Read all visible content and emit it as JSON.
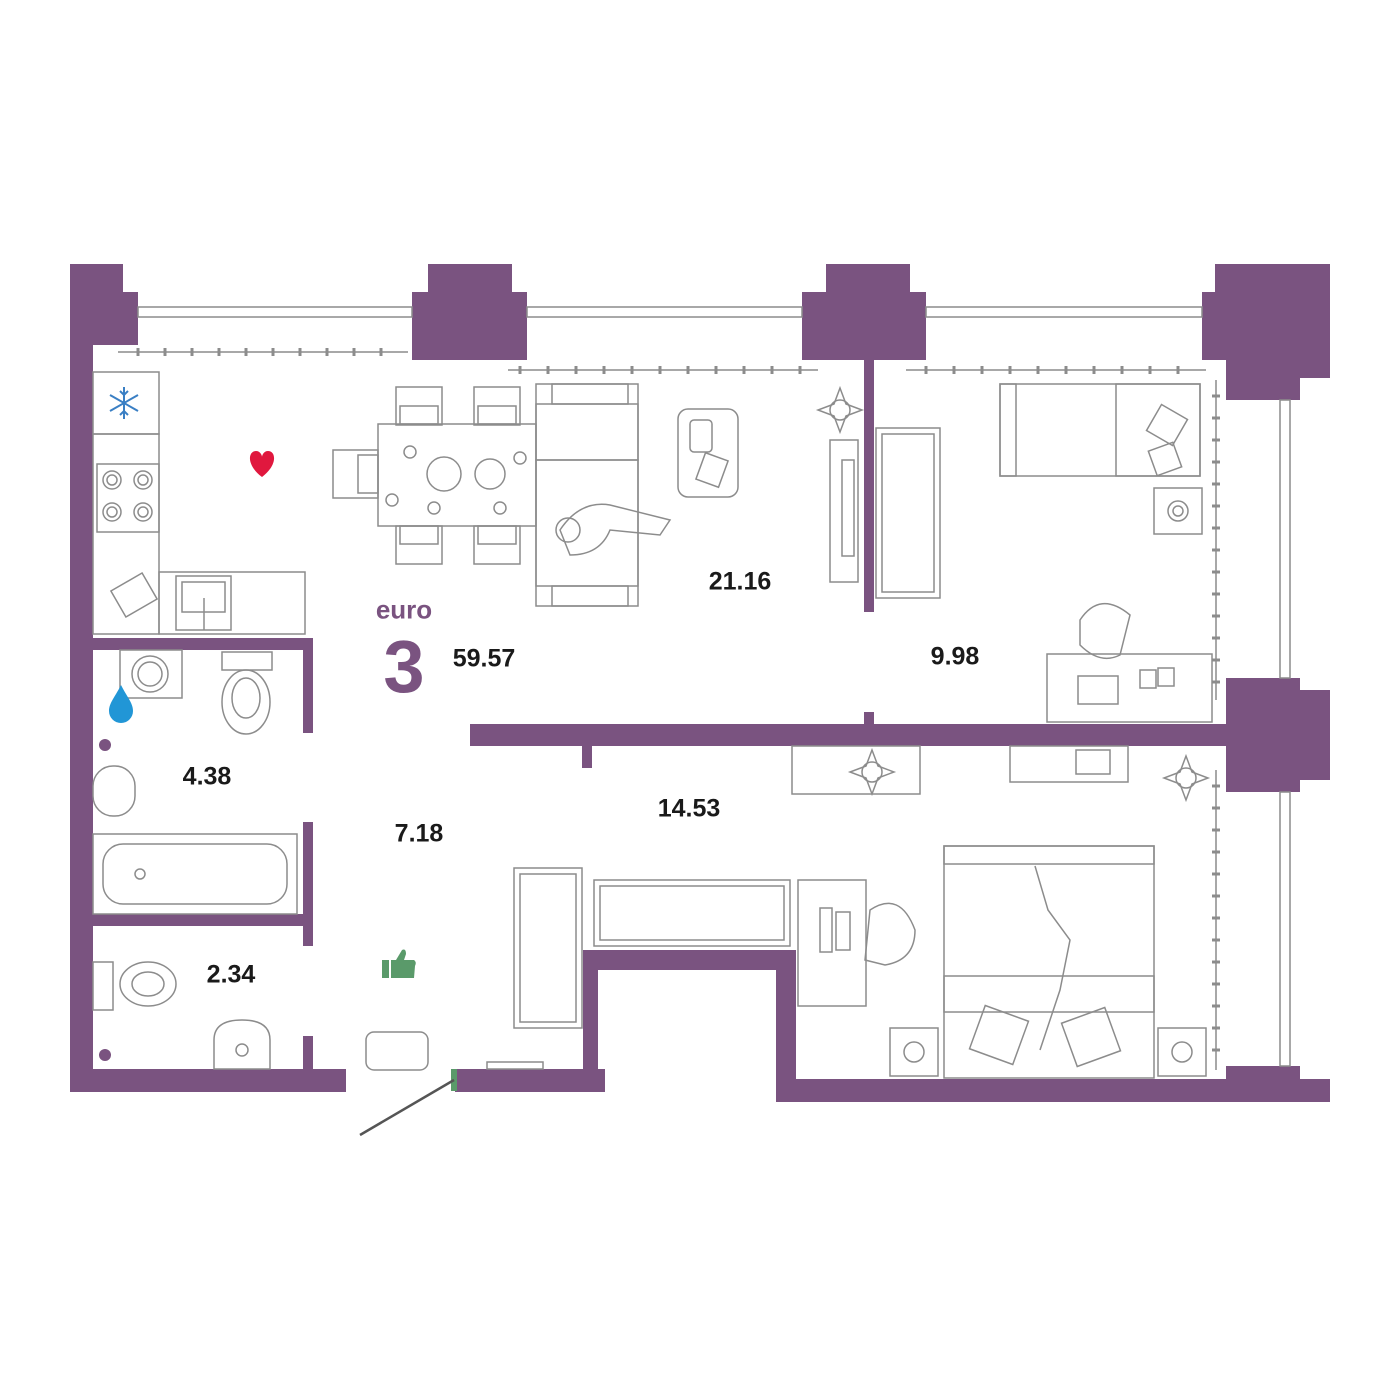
{
  "plan": {
    "type_prefix": "euro",
    "room_count": "3",
    "total_area": "59.57",
    "colors": {
      "wall": "#7a5380",
      "furniture_stroke": "#8c8c8c",
      "heart": "#e0183e",
      "water_drop": "#2196d6",
      "snowflake": "#3a7fc4",
      "thumb": "#5a9a6a"
    }
  },
  "rooms": [
    {
      "id": "living-kitchen",
      "area": "21.16"
    },
    {
      "id": "bedroom-1",
      "area": "9.98"
    },
    {
      "id": "bedroom-2",
      "area": "14.53"
    },
    {
      "id": "hallway",
      "area": "7.18"
    },
    {
      "id": "bathroom",
      "area": "4.38"
    },
    {
      "id": "toilet",
      "area": "2.34"
    }
  ],
  "icons": [
    {
      "id": "snowflake",
      "name": "snowflake-icon"
    },
    {
      "id": "heart",
      "name": "heart-icon"
    },
    {
      "id": "drop",
      "name": "water-drop-icon"
    },
    {
      "id": "thumb",
      "name": "thumbs-up-icon"
    }
  ]
}
